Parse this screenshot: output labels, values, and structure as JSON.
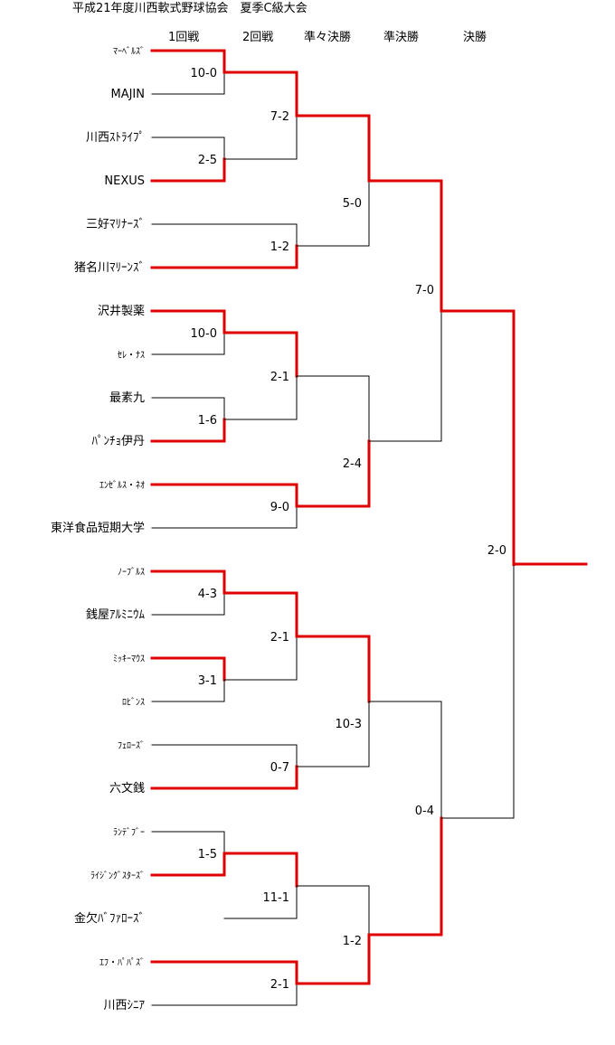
{
  "title": "平成21年度川西軟式野球協会　夏季C級大会",
  "rounds": [
    "1回戦",
    "2回戦",
    "準々決勝",
    "準決勝",
    "決勝"
  ],
  "line_colors": {
    "winner": "#e00000",
    "loser": "#000000"
  },
  "teams": [
    "ﾏｰﾍﾞﾙｽﾞ",
    "MAJIN",
    "川西ｽﾄﾗｲﾌﾟ",
    "NEXUS",
    "三好ﾏﾘﾅｰｽﾞ",
    "猪名川ﾏﾘｰﾝｽﾞ",
    "沢井製薬",
    "ｾﾚ・ﾅｽ",
    "最素九",
    "ﾊﾟﾝﾁｮ伊丹",
    "ｴﾝｾﾞﾙｽ・ﾈｵ",
    "東洋食品短期大学",
    "ﾉｰﾌﾞﾙｽ",
    "銭屋ｱﾙﾐﾆｳﾑ",
    "ﾐｯｷｰﾏｳｽ",
    "ﾛﾋﾞﾝｽ",
    "ﾌｪﾛｰｽﾞ",
    "六文銭",
    "ﾗﾝﾃﾞﾌﾞｰ",
    "ﾗｲｼﾞﾝｸﾞｽﾀｰｽﾞ",
    "金欠ﾊﾞﾌｧﾛｰｽﾞ",
    "ｴﾌ・ﾊﾟﾊﾟｽﾞ",
    "川西ｼﾆｱ"
  ],
  "scores": {
    "r1": [
      "10-0",
      "2-5",
      "10-0",
      "1-6",
      "4-3",
      "3-1",
      "1-5"
    ],
    "r2": [
      "7-2",
      "1-2",
      "2-1",
      "9-0",
      "2-1",
      "0-7",
      "11-1",
      "2-1"
    ],
    "qf": [
      "5-0",
      "2-4",
      "10-3",
      "1-2"
    ],
    "sf": [
      "7-0",
      "0-4"
    ],
    "final": "2-0"
  }
}
